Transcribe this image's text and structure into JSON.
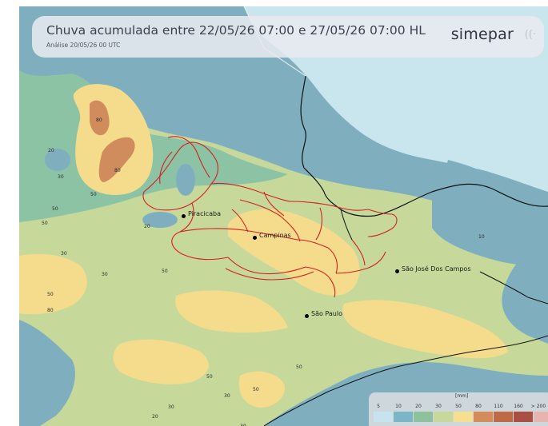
{
  "header": {
    "title": "Chuva acumulada entre 22/05/26 07:00 e 27/05/26 07:00 HL",
    "subtitle": "Análise  20/05/26 00 UTC",
    "brand": "simepar"
  },
  "cities": [
    {
      "name": "Piracicaba"
    },
    {
      "name": "Campinas"
    },
    {
      "name": "São José Dos Campos"
    },
    {
      "name": "São Paulo"
    }
  ],
  "contour_labels": [
    "80",
    "20",
    "80",
    "30",
    "50",
    "50",
    "20",
    "50",
    "30",
    "30",
    "50",
    "50",
    "80",
    "10",
    "50",
    "30",
    "20",
    "50",
    "30",
    "30",
    "50"
  ],
  "legend": {
    "unit": "[mm]",
    "ticks": [
      "5",
      "10",
      "20",
      "30",
      "50",
      "80",
      "110",
      "160",
      "> 200"
    ],
    "colors": [
      "#c6e4ee",
      "#7cb5c6",
      "#8dc29c",
      "#c8d89a",
      "#f6df8f",
      "#d48d5a",
      "#bf6a45",
      "#a94f43",
      "#e8b4ae"
    ]
  },
  "palette": {
    "water": "#c9e6ee",
    "rain_5": "#7fafbe",
    "rain_10": "#8cc3a4",
    "rain_20": "#c6d99b",
    "rain_30": "#f4dc8c",
    "rain_50": "#d08c5c",
    "boundary_red": "#d42020"
  }
}
